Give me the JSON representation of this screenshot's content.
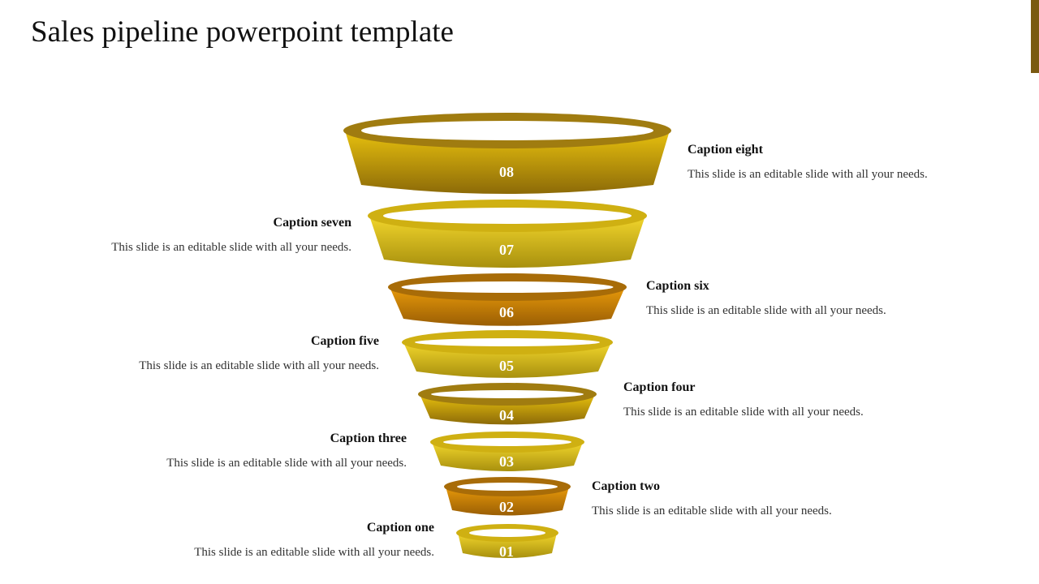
{
  "slide": {
    "title": "Sales pipeline powerpoint template"
  },
  "colors": {
    "accent": "#7a5a12",
    "gold": "#d4ae0c",
    "yellow": "#e2c21a",
    "orange": "#d48a08"
  },
  "stages": [
    {
      "number": "08",
      "caption": "Caption eight",
      "description": "This slide is an editable slide with all your needs.",
      "color": "gold"
    },
    {
      "number": "07",
      "caption": "Caption seven",
      "description": "This slide is an editable slide with all your needs.",
      "color": "yellow"
    },
    {
      "number": "06",
      "caption": "Caption six",
      "description": "This slide is an editable slide with all your needs.",
      "color": "orange"
    },
    {
      "number": "05",
      "caption": "Caption five",
      "description": "This slide is an editable slide with all your needs.",
      "color": "yellow"
    },
    {
      "number": "04",
      "caption": "Caption four",
      "description": "This slide is an editable slide with all your needs.",
      "color": "gold"
    },
    {
      "number": "03",
      "caption": "Caption three",
      "description": "This slide is an editable slide with all your needs.",
      "color": "yellow"
    },
    {
      "number": "02",
      "caption": "Caption two",
      "description": "This slide is an editable slide with all your needs.",
      "color": "orange"
    },
    {
      "number": "01",
      "caption": "Caption one",
      "description": "This slide is an editable slide with all your needs.",
      "color": "yellow"
    }
  ]
}
